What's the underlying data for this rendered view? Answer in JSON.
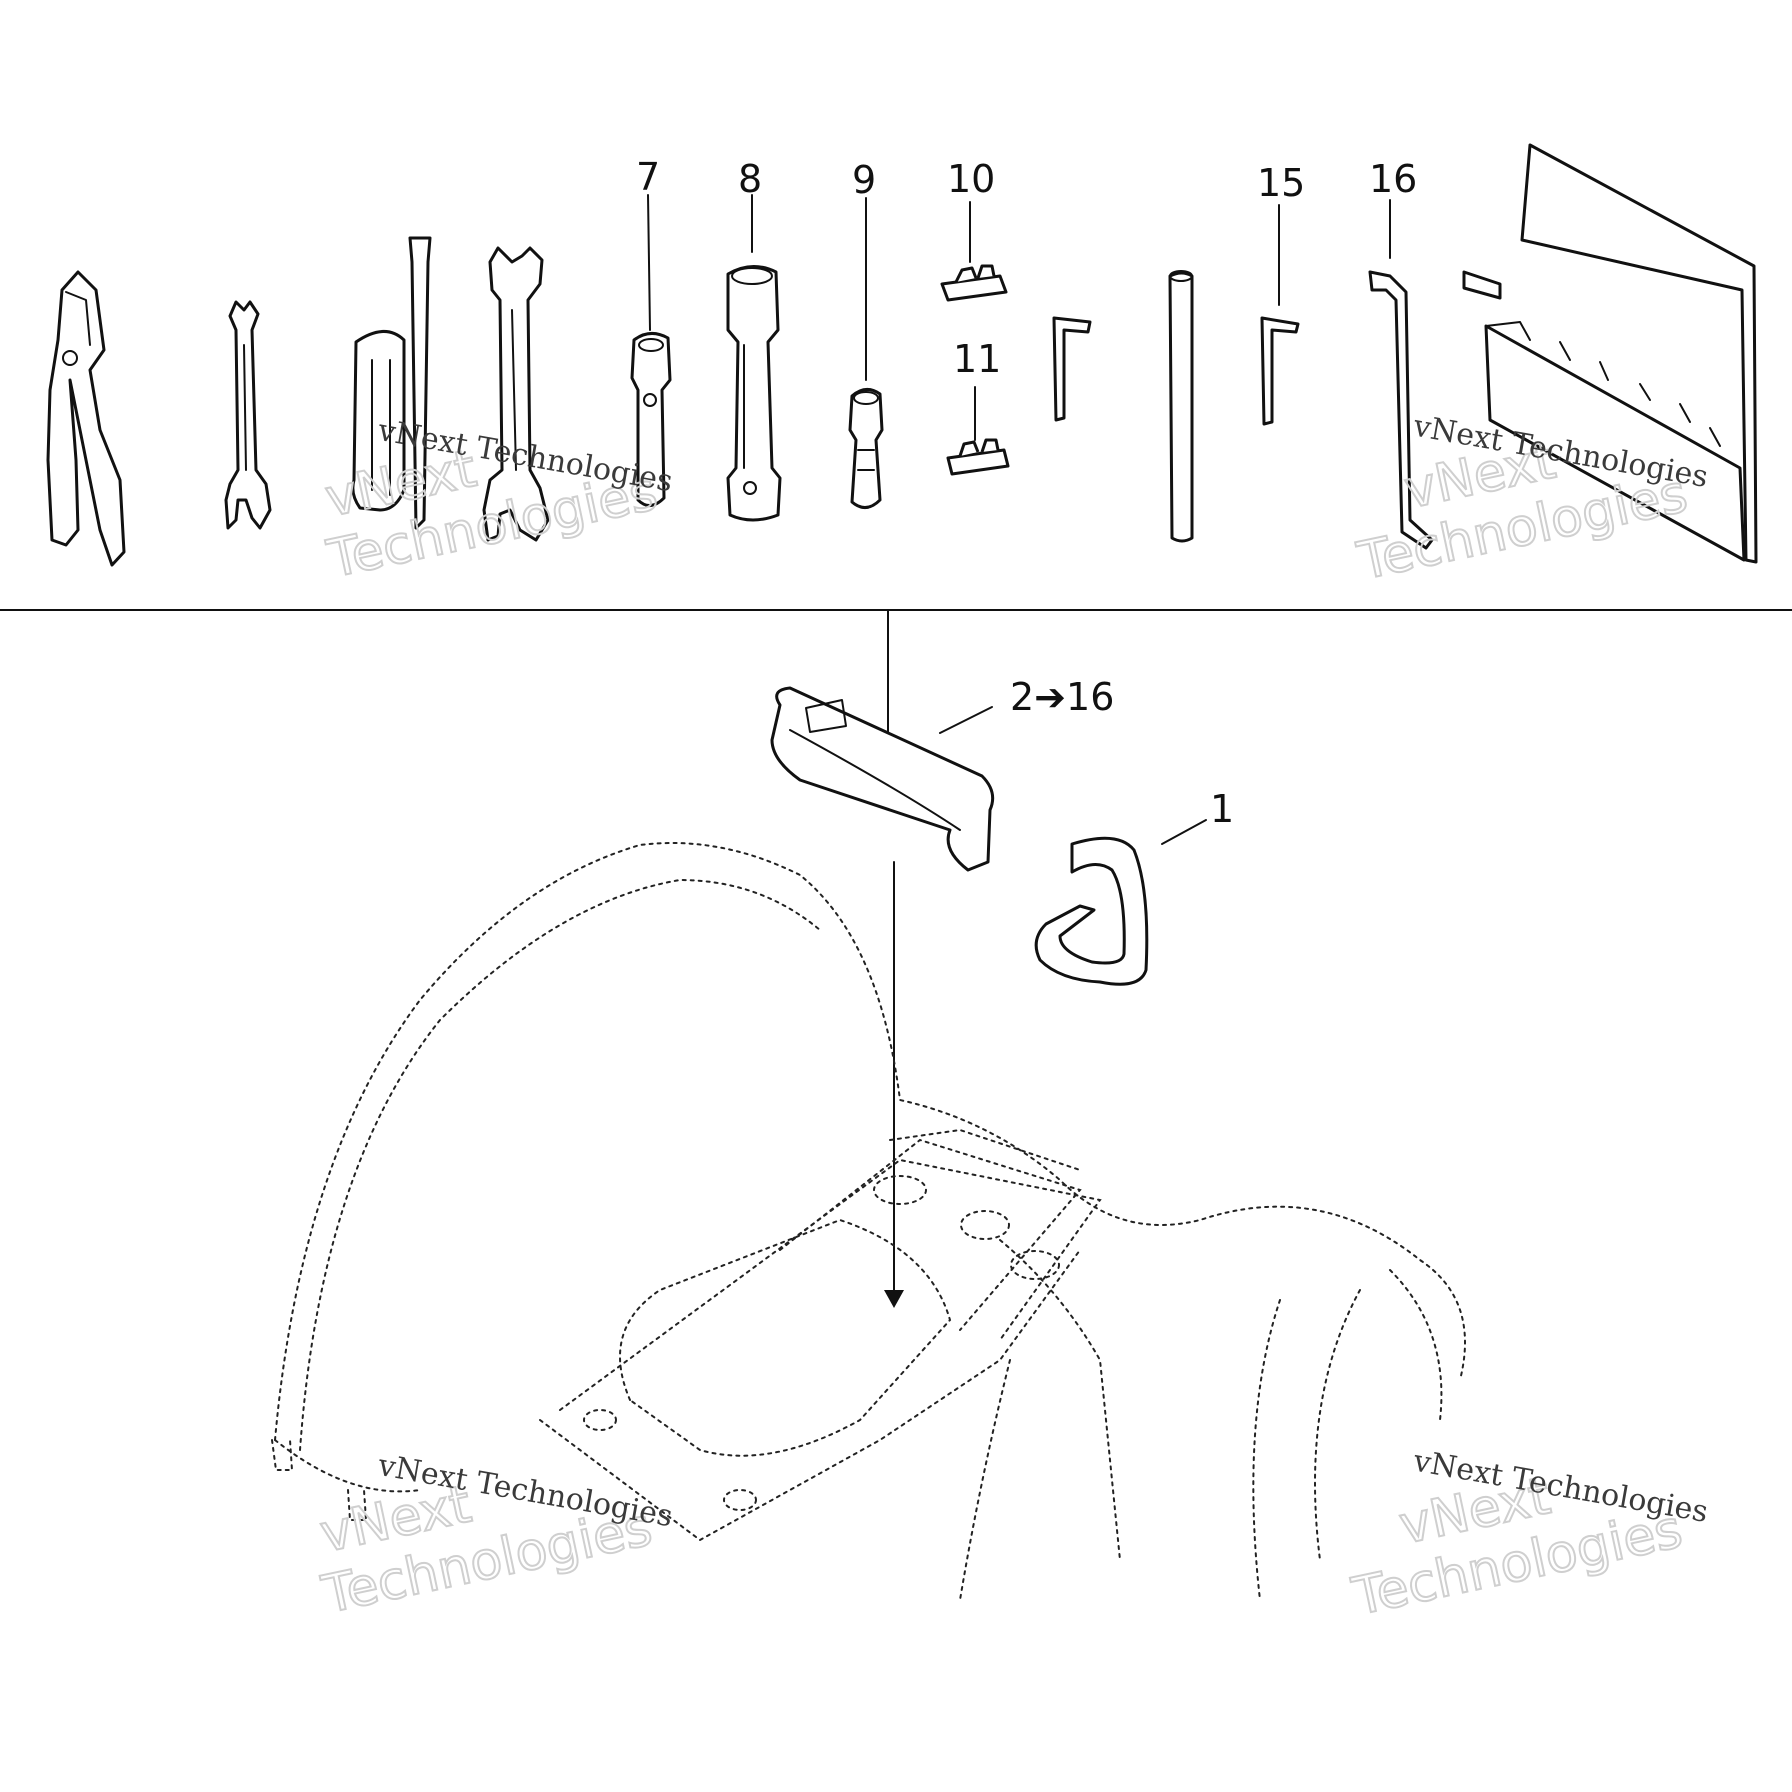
{
  "callouts": {
    "c7": "7",
    "c8": "8",
    "c9": "9",
    "c10": "10",
    "c11": "11",
    "c15": "15",
    "c16": "16",
    "c2to16": "2➔16",
    "c1": "1"
  },
  "watermark": {
    "line1": "vNext Technologies",
    "line2a": "vNext",
    "line2b": "Technologies"
  }
}
